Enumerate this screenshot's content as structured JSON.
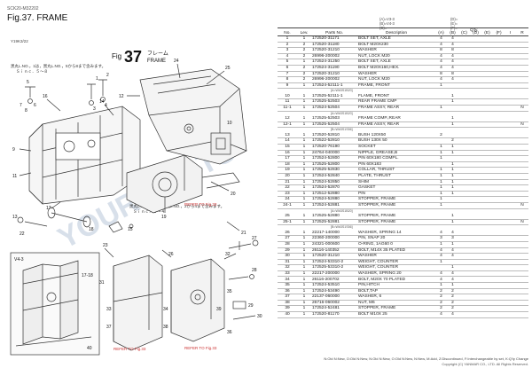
{
  "header": {
    "code": "SCK20-M32202",
    "title": "Fig.37.  FRAME",
    "sub": "Y19K3/22"
  },
  "diagram": {
    "fig_prefix": "Fig",
    "fig_number": "37",
    "fig_jp": "フレーム",
    "fig_en": "FRAME",
    "note1": "黒丸L.NO.，1は，黒丸L.NO.，5から8まで含みます。",
    "note1b": "Ｓｉｎｃ．５～８",
    "note2": "黒丸L.NO.，1は，黒丸L.NO.，2から4まで含みます。",
    "note2b": "Ｓｉｎｃ．２～４",
    "inset_label": "V4-3",
    "refer1": "REFER TO Fig.33",
    "refer2": "REFER TO Fig.33",
    "refer3": "REFER TO Fig.33",
    "callouts": [
      "25",
      "24",
      "12",
      "14",
      "16",
      "9",
      "11",
      "1",
      "2",
      "3",
      "4",
      "5",
      "6",
      "7",
      "8",
      "10",
      "15",
      "17",
      "18",
      "13",
      "19",
      "20",
      "21",
      "22",
      "23",
      "26",
      "27",
      "28",
      "29",
      "30",
      "31",
      "32",
      "33",
      "34",
      "35",
      "36",
      "37",
      "38",
      "39",
      "40",
      "17-18"
    ],
    "watermark": "YOUR PARTS"
  },
  "legend_top": {
    "col1": [
      "(A)=V3-3",
      "(B)=V4-3",
      "(C)="
    ],
    "col2": [
      "(D)=",
      "(E)=",
      "(F)="
    ]
  },
  "table": {
    "headers": {
      "no": "No.",
      "lev": "Lev.",
      "parts_no": "Parts No.",
      "description": "Description",
      "qty": "Q'ty",
      "i": "I",
      "r": "R",
      "cols": [
        "(A)",
        "(B)",
        "(C)",
        "(D)",
        "(E)",
        "(F)"
      ]
    },
    "rows": [
      {
        "no": "1",
        "lev": "1",
        "pn": "172520-31171",
        "desc": "BOLT SET, AXLE",
        "a": "4",
        "b": "4"
      },
      {
        "no": "2",
        "lev": "2",
        "pn": "172520-31180",
        "desc": "BOLT M20X230",
        "a": "4",
        "b": "4"
      },
      {
        "no": "3",
        "lev": "2",
        "pn": "172520-31210",
        "desc": "WASHER",
        "a": "8",
        "b": "8"
      },
      {
        "no": "4",
        "lev": "2",
        "pn": "26996-200002",
        "desc": "NUT, LOCK M20",
        "a": "4",
        "b": "4"
      },
      {
        "no": "5",
        "lev": "1",
        "pn": "172524-31250",
        "desc": "BOLT SET, AXLE",
        "a": "4",
        "b": "4"
      },
      {
        "no": "6",
        "lev": "2",
        "pn": "172524-31190",
        "desc": "BOLT M20X160,HEX.",
        "a": "4",
        "b": "4"
      },
      {
        "no": "7",
        "lev": "2",
        "pn": "172520-31210",
        "desc": "WASHER",
        "a": "8",
        "b": "8"
      },
      {
        "no": "8",
        "lev": "2",
        "pn": "26996-200002",
        "desc": "NUT, LOCK M20",
        "a": "4",
        "b": "4"
      },
      {
        "no": "9",
        "lev": "1",
        "pn": "172524-52111-1",
        "desc": "FRAME, FRONT",
        "a": "1"
      },
      {
        "note": "[A=W#3S1B20]"
      },
      {
        "no": "10",
        "lev": "1",
        "pn": "172525-52111-1",
        "desc": "FLAME, FRONT",
        "b": "1"
      },
      {
        "no": "11",
        "lev": "1",
        "pn": "172525-52503",
        "desc": "REAR FRAME CMP",
        "b": "1"
      },
      {
        "no": "11-1",
        "lev": "1",
        "pn": "172524-52504",
        "desc": "FRAME ASSY, REAR",
        "a": "1",
        "r": "N"
      },
      {
        "note": "[A=W#3S1B20]"
      },
      {
        "no": "12",
        "lev": "1",
        "pn": "172525-52503",
        "desc": "FRAME COMP.,REAR",
        "b": "1"
      },
      {
        "no": "12-1",
        "lev": "1",
        "pn": "172525-52504",
        "desc": "FRAME ASSY, REAR",
        "b": "1",
        "r": "N"
      },
      {
        "note": "[B=W#3S1S56]"
      },
      {
        "no": "13",
        "lev": "1",
        "pn": "172520-52810",
        "desc": "BUSH 120X50",
        "a": "2"
      },
      {
        "no": "14",
        "lev": "1",
        "pn": "172522-52810",
        "desc": "BUSH 130X 50",
        "b": "2"
      },
      {
        "no": "15",
        "lev": "1",
        "pn": "172520-76190",
        "desc": "SOCKET",
        "a": "1",
        "b": "1"
      },
      {
        "no": "16",
        "lev": "1",
        "pn": "24764-040000",
        "desc": "NIPPLE, GREASE,B",
        "a": "1",
        "b": "1"
      },
      {
        "no": "17",
        "lev": "1",
        "pn": "172524-52800",
        "desc": "PIN 60X180 COMPL.",
        "a": "1"
      },
      {
        "no": "18",
        "lev": "1",
        "pn": "172525-52800",
        "desc": "PIN 60X183",
        "b": "1"
      },
      {
        "no": "19",
        "lev": "1",
        "pn": "172525-52830",
        "desc": "COLLAR, THRUST",
        "a": "1",
        "b": "1"
      },
      {
        "no": "20",
        "lev": "1",
        "pn": "172524-52840",
        "desc": "PLATE, THRUST",
        "a": "1",
        "b": "1"
      },
      {
        "no": "21",
        "lev": "1",
        "pn": "172524-52850",
        "desc": "SHIM",
        "a": "1",
        "b": "1"
      },
      {
        "no": "22",
        "lev": "1",
        "pn": "172524-52870",
        "desc": "GASKET",
        "a": "1",
        "b": "1"
      },
      {
        "no": "23",
        "lev": "1",
        "pn": "172512-52880",
        "desc": "PIN",
        "a": "1",
        "b": "1"
      },
      {
        "no": "24",
        "lev": "1",
        "pn": "172524-52880",
        "desc": "STOPPER, FRAME",
        "a": "1"
      },
      {
        "no": "24-1",
        "lev": "1",
        "pn": "172524-52881",
        "desc": "STOPPER, FRAME",
        "a": "1",
        "r": "N"
      },
      {
        "note": "[A=W#3S1B20]"
      },
      {
        "no": "25",
        "lev": "1",
        "pn": "172525-52880",
        "desc": "STOPPER, FRAME",
        "b": "1"
      },
      {
        "no": "25-1",
        "lev": "1",
        "pn": "172525-52881",
        "desc": "STOPPER, FRAME",
        "b": "1",
        "r": "N"
      },
      {
        "note": "[B=W#3S1S56]"
      },
      {
        "no": "26",
        "lev": "1",
        "pn": "22217-140000",
        "desc": "WASHER, SPRING 14",
        "a": "4",
        "b": "4"
      },
      {
        "no": "27",
        "lev": "1",
        "pn": "22360-200000",
        "desc": "PIN, SNAP 20",
        "a": "3",
        "b": "3"
      },
      {
        "no": "28",
        "lev": "1",
        "pn": "24321-000600",
        "desc": "O-RING, 1AG60 0",
        "a": "1",
        "b": "1"
      },
      {
        "no": "29",
        "lev": "1",
        "pn": "26116-140352",
        "desc": "BOLT, M14X 35 PLATED",
        "a": "4",
        "b": "4"
      },
      {
        "no": "30",
        "lev": "1",
        "pn": "172520-31210",
        "desc": "WASHER",
        "a": "4",
        "b": "4"
      },
      {
        "no": "31",
        "lev": "1",
        "pn": "172524-53310-2",
        "desc": "WEIGHT, COUNTER",
        "a": "1"
      },
      {
        "no": "32",
        "lev": "1",
        "pn": "172525-53310-2",
        "desc": "WEIGHT, COUNTER",
        "b": "1"
      },
      {
        "no": "33",
        "lev": "1",
        "pn": "22217-200000",
        "desc": "WASHER, SPRING 20",
        "a": "4",
        "b": "4"
      },
      {
        "no": "34",
        "lev": "1",
        "pn": "26116-200702",
        "desc": "BOLT, M20X 70 PLATED",
        "a": "4",
        "b": "4"
      },
      {
        "no": "35",
        "lev": "1",
        "pn": "172524-53510",
        "desc": "PIN,HITCH",
        "a": "1",
        "b": "1"
      },
      {
        "no": "36",
        "lev": "1",
        "pn": "172524-53490",
        "desc": "BOLT,TAP",
        "a": "2",
        "b": "2"
      },
      {
        "no": "37",
        "lev": "1",
        "pn": "22137-060000",
        "desc": "WASHER, 6",
        "a": "2",
        "b": "2"
      },
      {
        "no": "38",
        "lev": "1",
        "pn": "26716-060002",
        "desc": "NUT, M6",
        "a": "2",
        "b": "2"
      },
      {
        "no": "39",
        "lev": "1",
        "pn": "172524-52481",
        "desc": "STOPPER, FRAME",
        "a": "2",
        "b": "2"
      },
      {
        "no": "40",
        "lev": "1",
        "pn": "172520-81170",
        "desc": "BOLT M10X 25",
        "a": "4",
        "b": "4"
      }
    ]
  },
  "footer": {
    "legend": "N:Old  N:New, O:Old  N:New, N:Old  N:New, O:Old  N:New, N:New, M:Add, Z:Discontinued, F:Interchangeable by set, K:Q'ty Change",
    "copyright": "Copyright (C) YANMAR CO., LTD. All Rights Reserved."
  }
}
